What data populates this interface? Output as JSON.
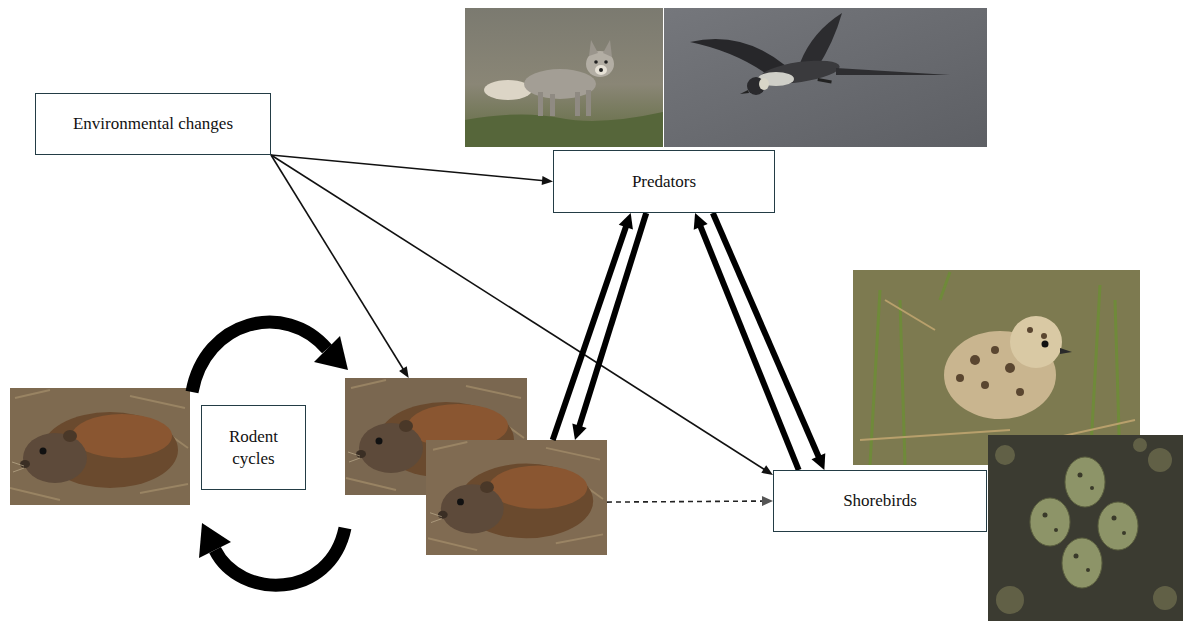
{
  "diagram": {
    "nodes": [
      {
        "text": [
          "Environmental changes"
        ]
      },
      {
        "text": [
          "Predators"
        ]
      },
      {
        "text": [
          "Rodent cycles"
        ]
      },
      {
        "text": [
          "Shorebirds"
        ]
      }
    ],
    "edges": [
      {
        "from": 0,
        "to": 1,
        "arrow": "to"
      },
      {
        "from": 0,
        "to": 2,
        "arrow": "to"
      },
      {
        "from": 0,
        "to": 3,
        "arrow": "to"
      },
      {
        "from": 1,
        "to": 2,
        "arrow": "to"
      },
      {
        "from": 2,
        "to": 1,
        "arrow": "to"
      },
      {
        "from": 1,
        "to": 3,
        "arrow": "to"
      },
      {
        "from": 3,
        "to": 1,
        "arrow": "to"
      },
      {
        "from": 2,
        "to": 3,
        "arrow": "to"
      }
    ]
  }
}
